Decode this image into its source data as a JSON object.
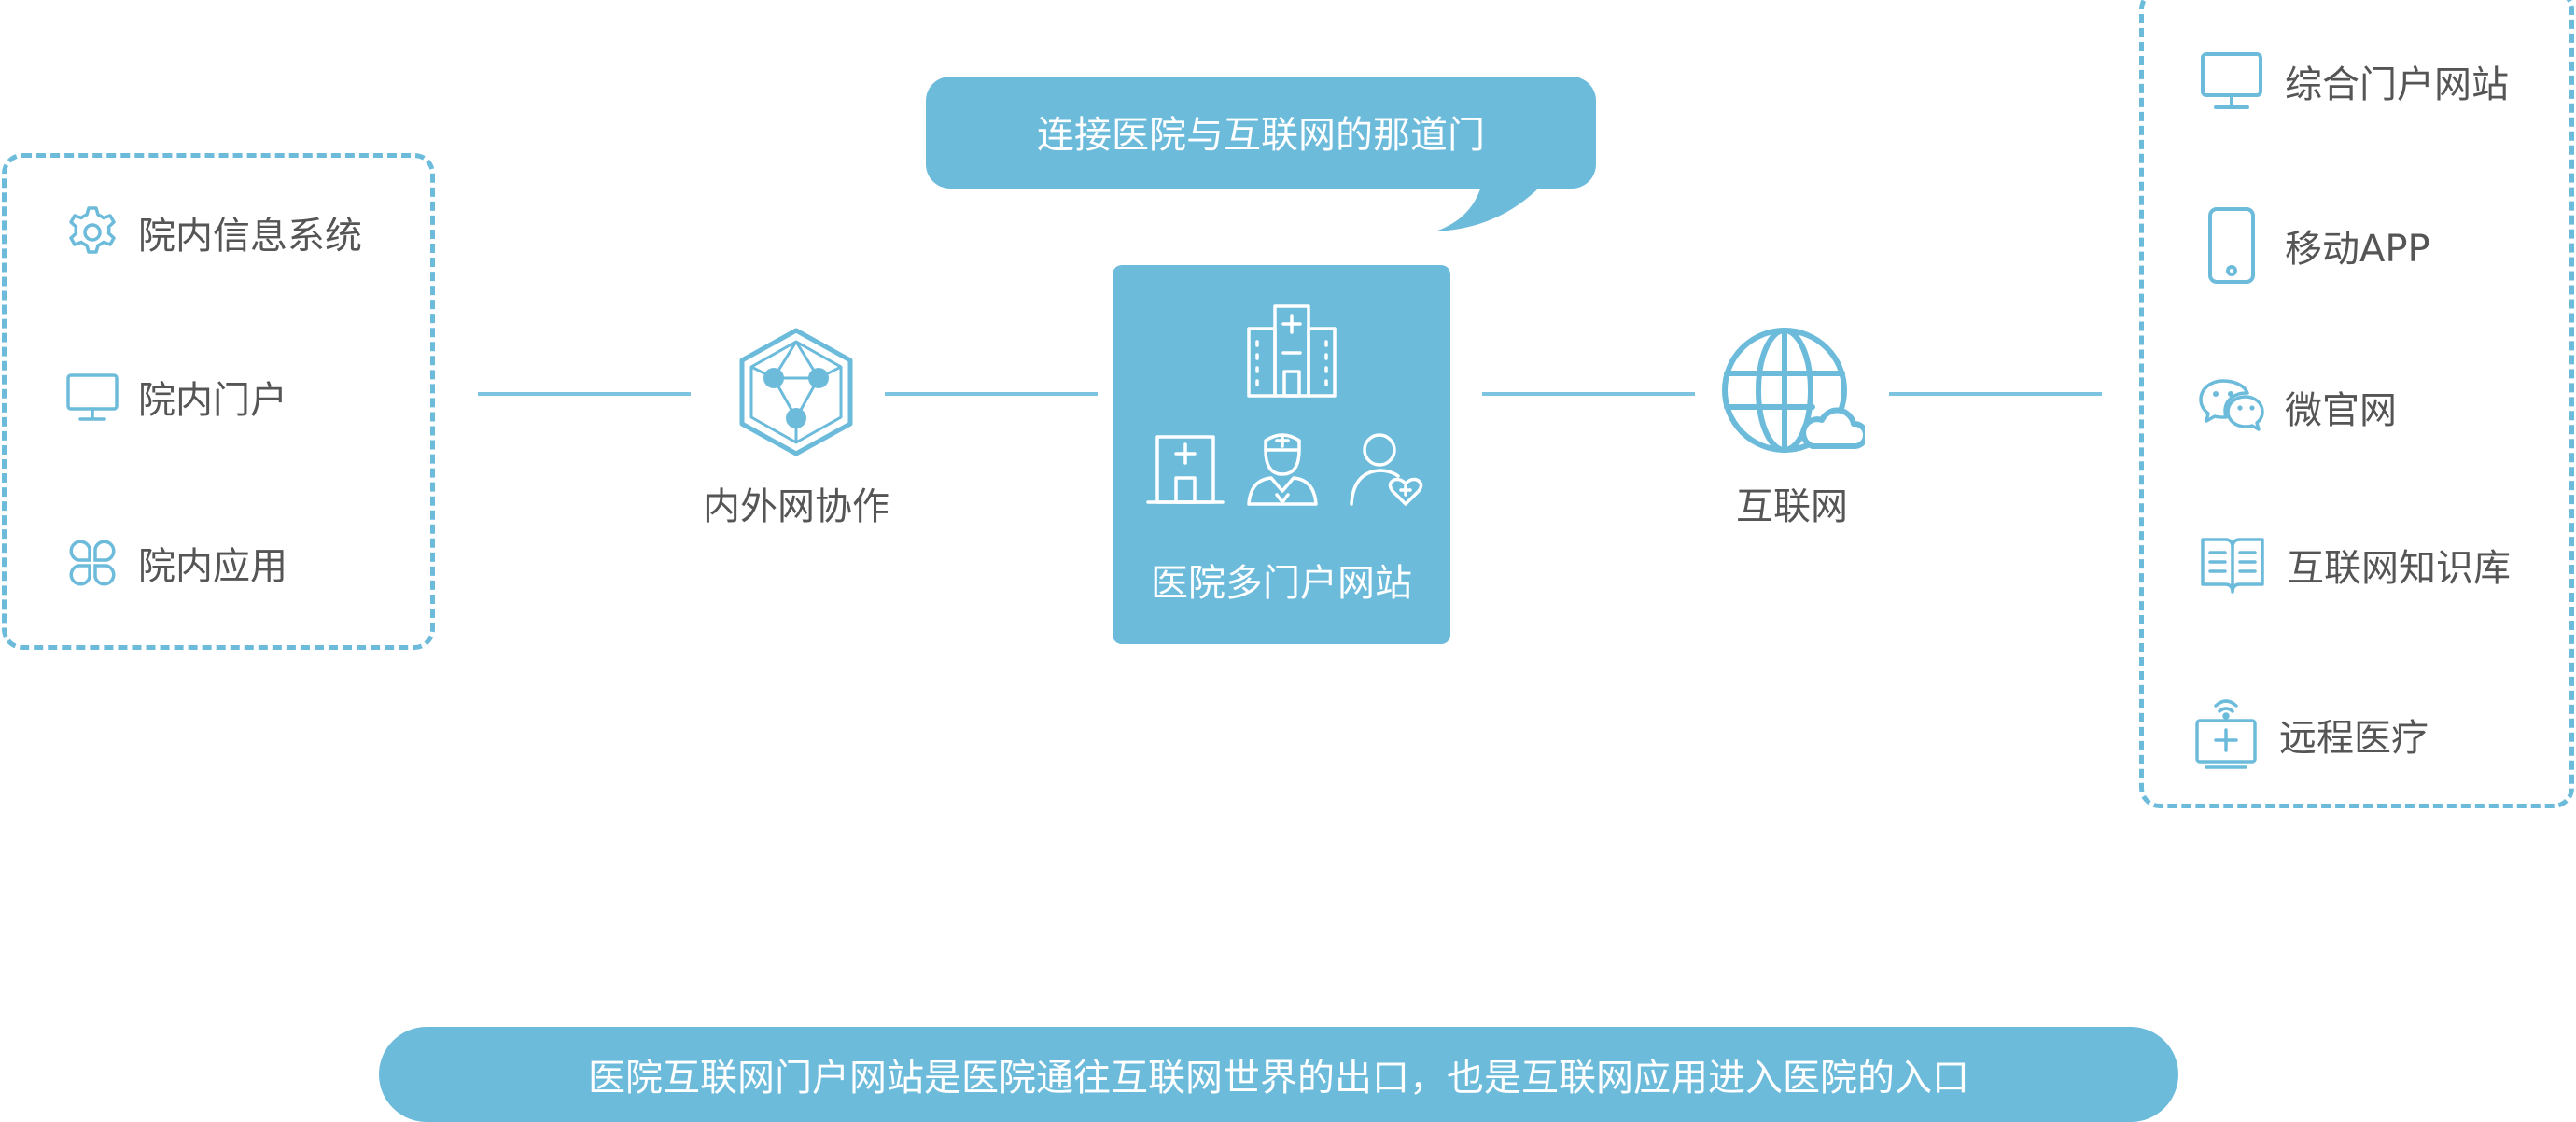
{
  "left_panel": {
    "items": [
      {
        "label": "院内信息系统",
        "icon": "gear-icon"
      },
      {
        "label": "院内门户",
        "icon": "monitor-icon"
      },
      {
        "label": "院内应用",
        "icon": "app-grid-icon"
      }
    ]
  },
  "network_node": {
    "label": "内外网协作",
    "icon": "network-hexagon-icon"
  },
  "speech_bubble": {
    "text": "连接医院与互联网的那道门"
  },
  "center_box": {
    "title": "医院多门户网站",
    "icons": [
      "hospital-building-icon",
      "clinic-icon",
      "doctor-icon",
      "patient-heart-icon"
    ]
  },
  "internet_node": {
    "label": "互联网",
    "icon": "globe-cloud-icon"
  },
  "right_panel": {
    "items": [
      {
        "label": "综合门户网站",
        "icon": "monitor-icon"
      },
      {
        "label": "移动APP",
        "icon": "mobile-phone-icon"
      },
      {
        "label": "微官网",
        "icon": "wechat-icon"
      },
      {
        "label": "互联网知识库",
        "icon": "open-book-icon"
      },
      {
        "label": "远程医疗",
        "icon": "telemedicine-icon"
      }
    ]
  },
  "footer": {
    "text": "医院互联网门户网站是医院通往互联网世界的出口，也是互联网应用进入医院的入口"
  },
  "colors": {
    "accent": "#6dbbdb",
    "line": "#7ec3e0",
    "text": "#555555"
  }
}
